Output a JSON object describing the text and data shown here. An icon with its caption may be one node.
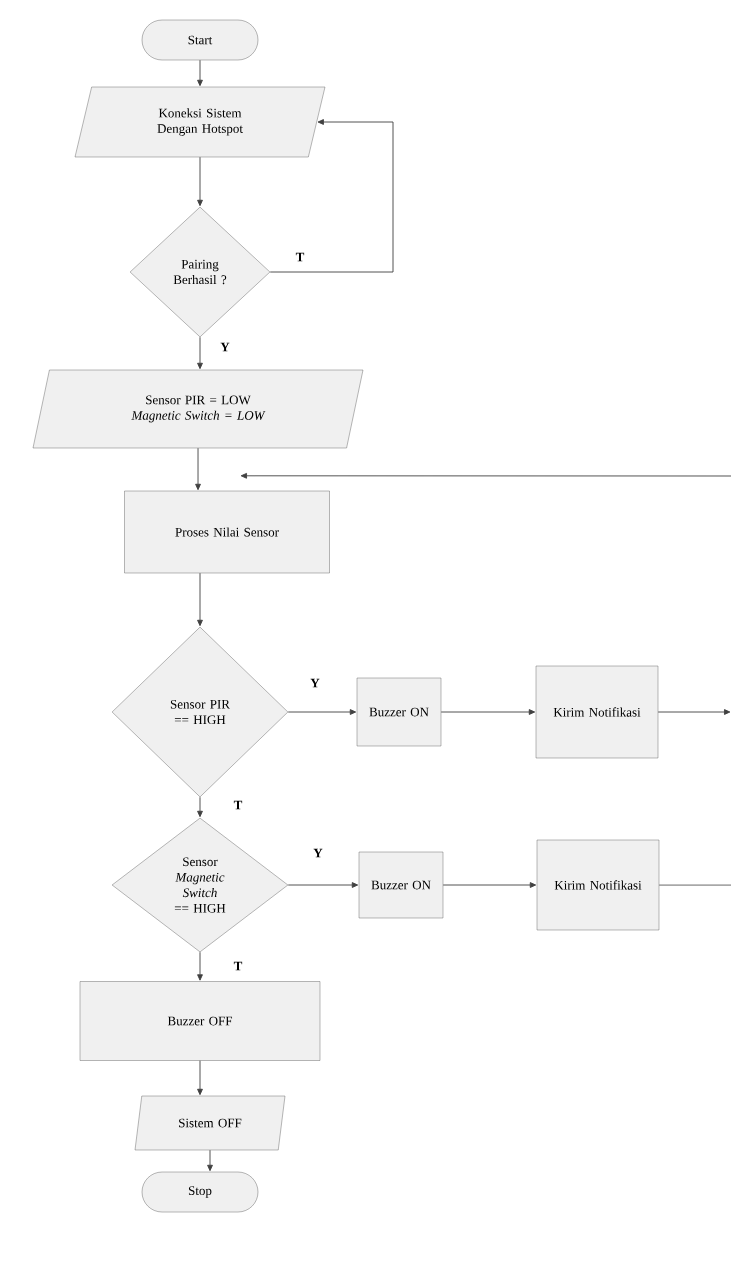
{
  "diagram": {
    "nodes": [
      {
        "text": [
          "Start"
        ]
      },
      {
        "text": [
          "Koneksi Sistem Dengan Hotspot"
        ]
      },
      {
        "text": [
          "Pairing Berhasil ?"
        ]
      },
      {
        "text": [
          "Sensor PIR = LOW",
          "Magnetic Switch = LOW"
        ]
      },
      {
        "text": [
          "Proses Nilai Sensor"
        ]
      },
      {
        "text": [
          "Sensor PIR == HIGH"
        ]
      },
      {
        "text": [
          "Buzzer ON"
        ]
      },
      {
        "text": [
          "Kirim Notifikasi"
        ]
      },
      {
        "text": [
          "Sensor *Magnetic Switch* == HIGH"
        ]
      },
      {
        "text": [
          "Buzzer ON"
        ]
      },
      {
        "text": [
          "Kirim Notifikasi"
        ]
      },
      {
        "text": [
          "Buzzer OFF"
        ]
      },
      {
        "text": [
          "Sistem OFF"
        ]
      },
      {
        "text": [
          "Stop"
        ]
      }
    ],
    "edges": [
      {
        "from": 0,
        "to": 1,
        "arrow": "to"
      },
      {
        "from": 1,
        "to": 2,
        "arrow": "to"
      },
      {
        "from": 2,
        "to": 1,
        "arrow": "to",
        "label": "T"
      },
      {
        "from": 2,
        "to": 3,
        "arrow": "to",
        "label": "Y"
      },
      {
        "from": 3,
        "to": 4,
        "arrow": "to"
      },
      {
        "from": 4,
        "to": 5,
        "arrow": "to"
      },
      {
        "from": 5,
        "to": 6,
        "arrow": "to",
        "label": "Y"
      },
      {
        "from": 6,
        "to": 7,
        "arrow": "to"
      },
      {
        "from": 7,
        "to": null,
        "arrow": "to"
      },
      {
        "from": 5,
        "to": 8,
        "arrow": "to",
        "label": "T"
      },
      {
        "from": 8,
        "to": 9,
        "arrow": "to",
        "label": "Y"
      },
      {
        "from": 9,
        "to": 10,
        "arrow": "to"
      },
      {
        "from": 10,
        "to": null,
        "arrow": "none"
      },
      {
        "from": null,
        "to": 4,
        "arrow": "to"
      },
      {
        "from": 8,
        "to": 11,
        "arrow": "to",
        "label": "T"
      },
      {
        "from": 11,
        "to": 12,
        "arrow": "to"
      },
      {
        "from": 12,
        "to": 13,
        "arrow": "to"
      }
    ]
  }
}
